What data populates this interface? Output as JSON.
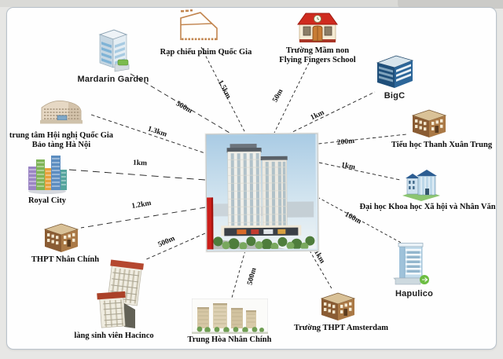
{
  "diagram": {
    "type": "location-distance-map",
    "center": {
      "icon": "apartment-complex-photo"
    },
    "nodes": {
      "mandarin": {
        "label": "Mardarin Garden",
        "distance": "500m",
        "icon": "office-tower-icon"
      },
      "cinema": {
        "label": "Rạp chiếu phim Quốc Gia",
        "distance": "1.5km",
        "icon": "cinema-outline-icon"
      },
      "kindergarten": {
        "label1": "Trường Mầm non",
        "label2": "Flying Fingers School",
        "distance": "50m",
        "icon": "red-roof-school-icon"
      },
      "bigc": {
        "label": "BigC",
        "distance": "1km",
        "icon": "blue-office-block-icon"
      },
      "tieuhoc": {
        "label": "Tiểu học Thanh Xuân Trung",
        "distance": "200m",
        "icon": "brown-school-icon"
      },
      "daihoc": {
        "label": "Đại học Khoa học Xã hội và Nhân Văn",
        "distance": "1km",
        "icon": "university-building-icon"
      },
      "hapulico": {
        "label": "Hapulico",
        "distance": "100m",
        "icon": "glass-tower-icon"
      },
      "amsterdam": {
        "label": "Trường THPT Amsterdam",
        "distance": "1km",
        "icon": "brown-school-icon"
      },
      "trunghoa": {
        "label": "Trung Hòa Nhân Chính",
        "distance": "500m",
        "icon": "tower-cluster-photo-icon"
      },
      "hacinco": {
        "label": "làng sinh viên Hacinco",
        "distance": "500m",
        "icon": "red-roof-blocks-photo-icon"
      },
      "nhanchinh": {
        "label": "THPT Nhân Chính",
        "distance": "1.2km",
        "icon": "brown-school-icon"
      },
      "royalcity": {
        "label": "Royal City",
        "distance": "1km",
        "icon": "colorful-towers-icon"
      },
      "convention": {
        "label1": "trung tâm Hội nghị Quốc Gia",
        "label2": "Bảo tàng Hà Nội",
        "distance": "1.3km",
        "icon": "convention-center-icon"
      }
    }
  }
}
